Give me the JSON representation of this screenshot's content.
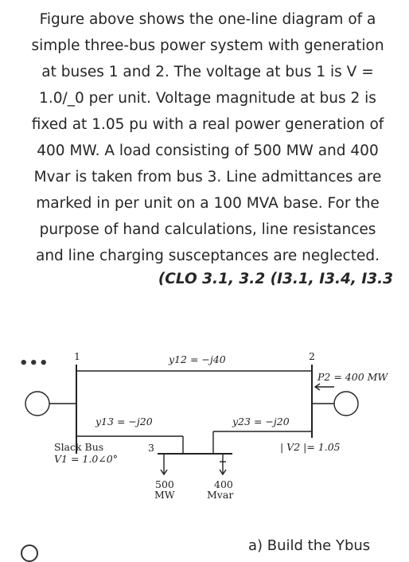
{
  "problem": {
    "lines": [
      "Figure above shows the one-line diagram of a",
      "simple three-bus power system with generation",
      "at buses 1 and 2. The voltage at bus 1 is V =",
      "1.0/_0 per unit. Voltage magnitude at bus 2 is",
      "fixed at 1.05 pu with a real power generation of",
      "400 MW. A load consisting of 500 MW and 400",
      "Mvar is taken from bus 3. Line admittances are",
      "marked in per unit on a 100 MVA base. For the",
      "purpose of hand calculations, line resistances",
      "and line charging susceptances are neglected."
    ],
    "reference": "(CLO 3.1, 3.2 (I3.1, I3.4, I3.3"
  },
  "diagram": {
    "bus1_number": "1",
    "bus2_number": "2",
    "bus3_number": "3",
    "y12": "y12 = −j40",
    "y13": "y13 = −j20",
    "y23": "y23 = −j20",
    "p2": "P2 = 400 MW",
    "v2": "| V2 |= 1.05",
    "slack_label": "Slack Bus",
    "v1": "V1 = 1.0∠0°",
    "load_p_value": "500",
    "load_p_unit": "MW",
    "load_q_value": "400",
    "load_q_unit": "Mvar"
  },
  "more_dots": "•••",
  "question_a": "a)  Build the Ybus"
}
